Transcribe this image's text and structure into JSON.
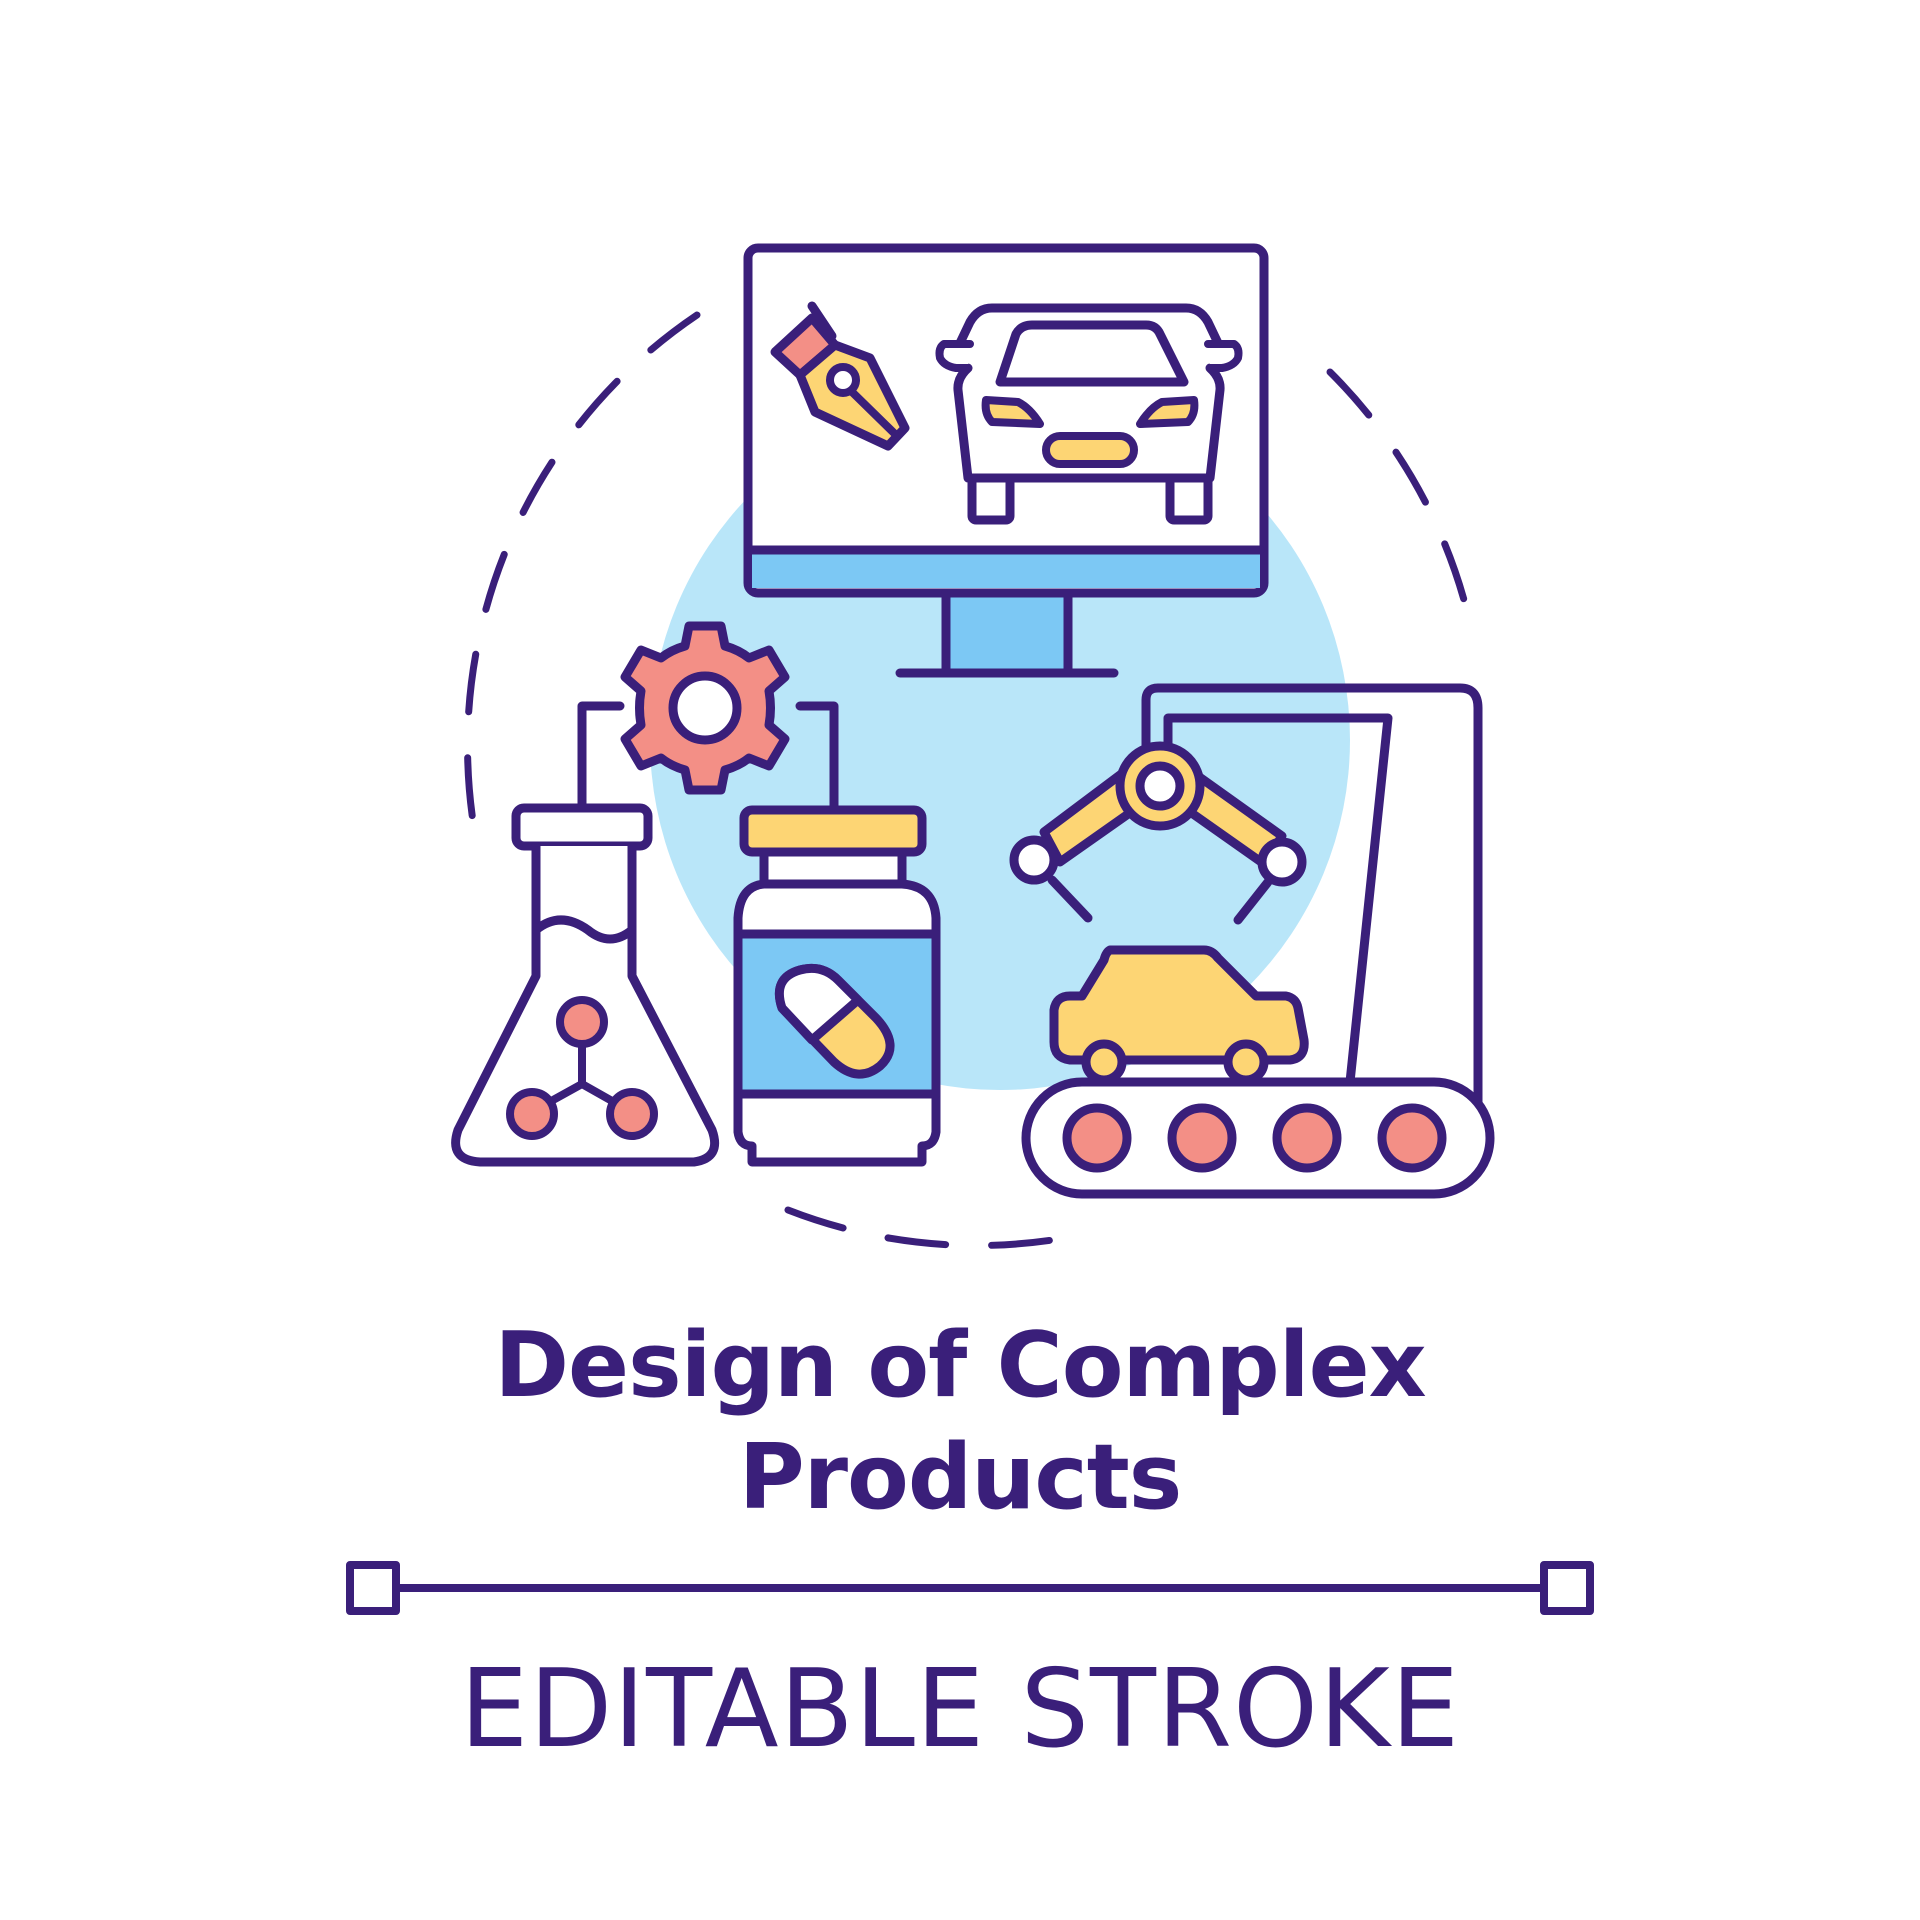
{
  "colors": {
    "ink": "#3a1f7a",
    "blue_light": "#b9e6f9",
    "blue_mid": "#7cc8f4",
    "coral": "#f38f86",
    "yellow": "#fdd574",
    "white": "#ffffff"
  },
  "icons": {
    "monitor": "monitor-icon",
    "pen_nib": "pen-nib-icon",
    "car_front": "car-front-icon",
    "gear": "gear-icon",
    "flask": "flask-icon",
    "pill_jar": "pill-jar-icon",
    "robot_arm": "robot-arm-icon",
    "conveyor": "conveyor-belt-icon",
    "car_side": "car-side-icon"
  },
  "title": {
    "line1": "Design of Complex",
    "line2": "Products"
  },
  "caption": "EDITABLE STROKE"
}
